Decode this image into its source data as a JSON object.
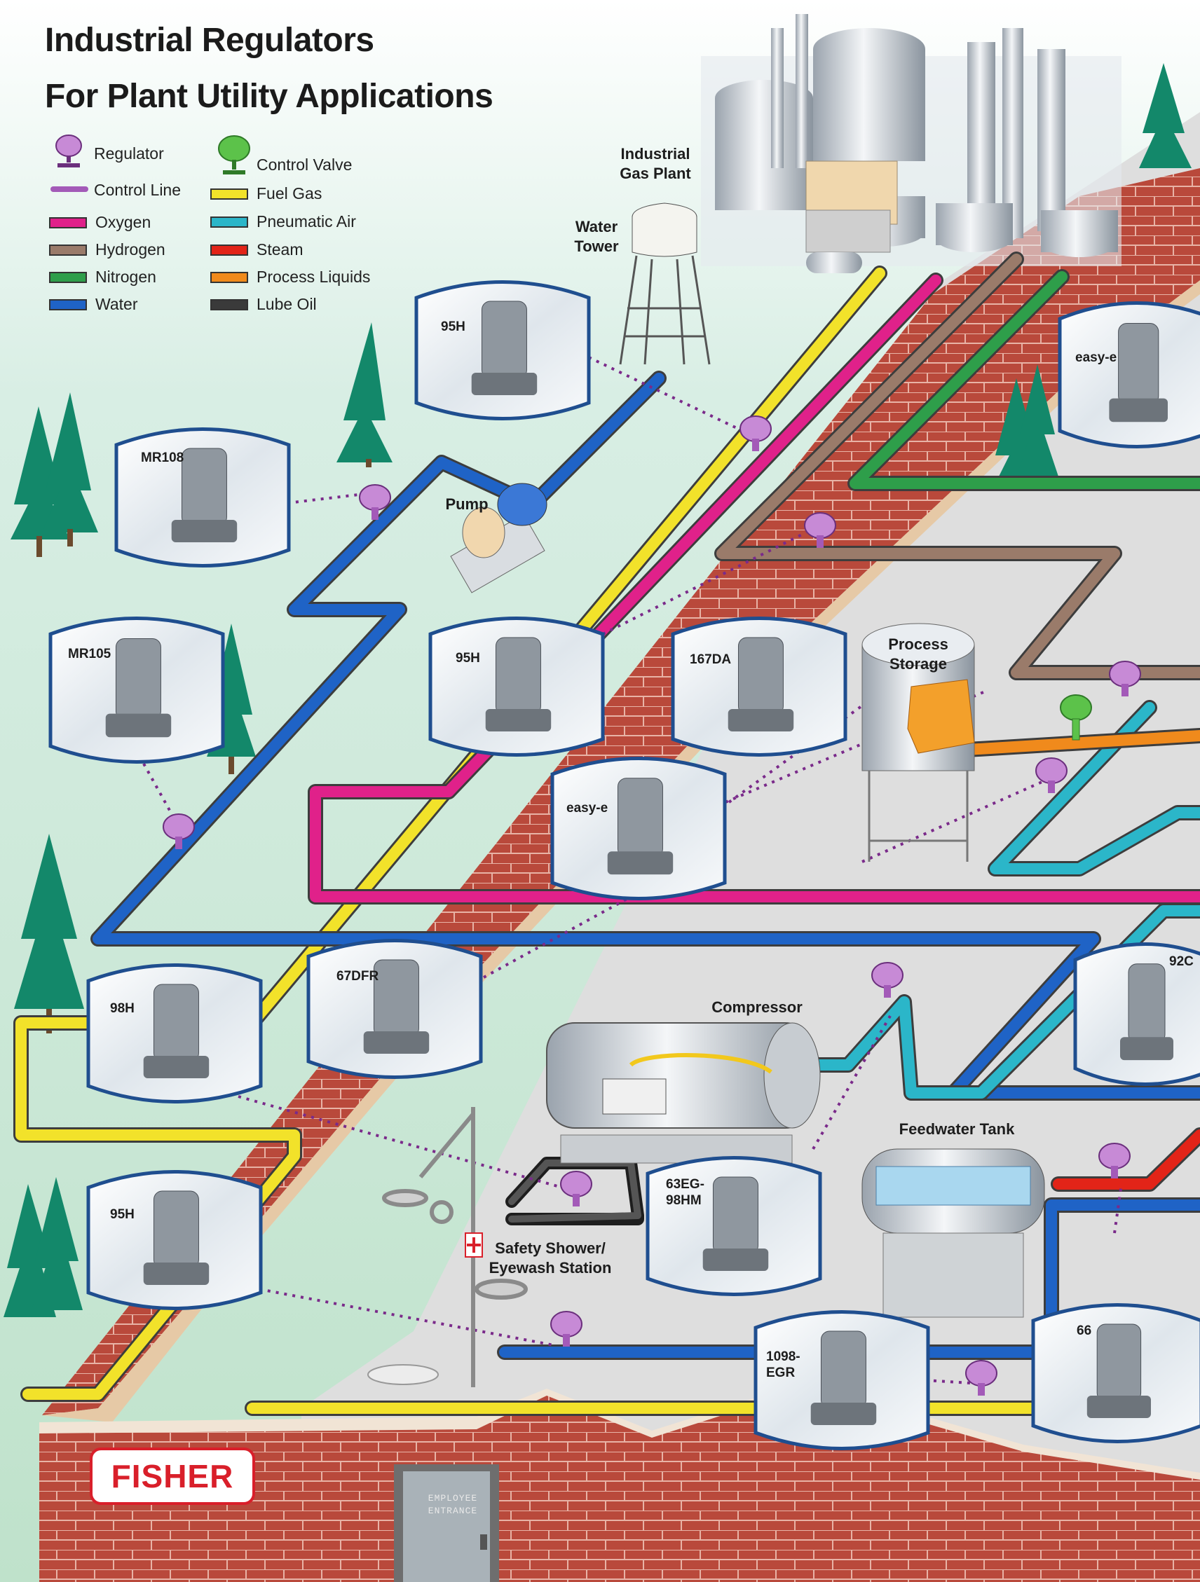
{
  "title": {
    "line1": "Industrial Regulators",
    "line2": "For Plant Utility Applications"
  },
  "legend": {
    "regulator": "Regulator",
    "control_valve": "Control Valve",
    "control_line": "Control Line",
    "pipes": [
      {
        "label": "Oxygen",
        "color": "#e0218a"
      },
      {
        "label": "Hydrogen",
        "color": "#9a7b6a"
      },
      {
        "label": "Nitrogen",
        "color": "#2e9e4a"
      },
      {
        "label": "Water",
        "color": "#1f63c6"
      },
      {
        "label": "Fuel Gas",
        "color": "#f2e22a"
      },
      {
        "label": "Pneumatic Air",
        "color": "#2bb6c9"
      },
      {
        "label": "Steam",
        "color": "#e22418"
      },
      {
        "label": "Process Liquids",
        "color": "#f08a1c"
      },
      {
        "label": "Lube Oil",
        "color": "#3a3a3a"
      }
    ]
  },
  "locations": {
    "gas_plant": "Industrial\nGas Plant",
    "water_tower": "Water\nTower",
    "pump": "Pump",
    "process_storage": "Process\nStorage",
    "compressor": "Compressor",
    "feedwater_tank": "Feedwater Tank",
    "safety_shower": "Safety Shower/\nEyewash Station"
  },
  "products": [
    {
      "name": "95H"
    },
    {
      "name": "easy-e"
    },
    {
      "name": "MR108"
    },
    {
      "name": "MR105"
    },
    {
      "name": "95H"
    },
    {
      "name": "167DA"
    },
    {
      "name": "easy-e"
    },
    {
      "name": "67DFR"
    },
    {
      "name": "98H"
    },
    {
      "name": "92C"
    },
    {
      "name": "95H"
    },
    {
      "name": "63EG-\n98HM"
    },
    {
      "name": "1098-\nEGR"
    },
    {
      "name": "66"
    }
  ],
  "logo": "FISHER",
  "door_sign": "EMPLOYEE\nENTRANCE",
  "colors": {
    "sky": "#cfe9dc",
    "grass": "#bfe3c9",
    "brick": "#b8483a",
    "roof": "#dcdcdc",
    "accent": "#d91f2a",
    "regulator": "#c78ad6",
    "control_valve": "#5cc24a"
  }
}
